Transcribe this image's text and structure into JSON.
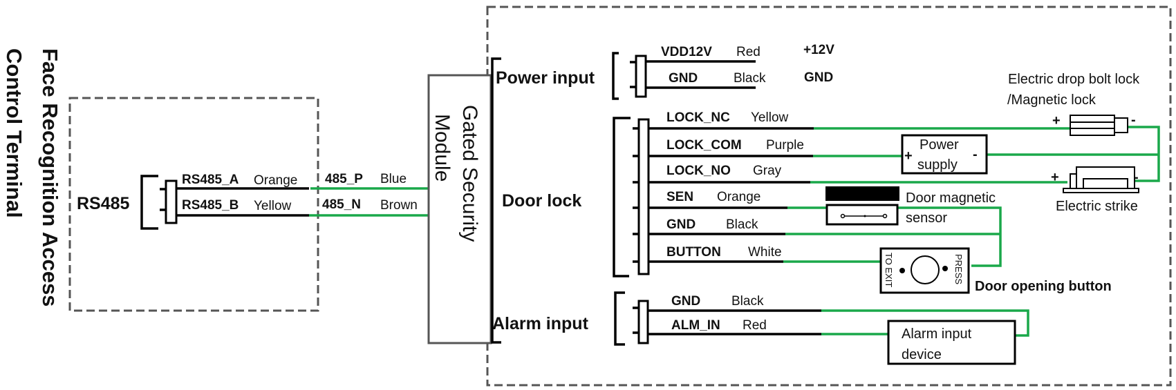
{
  "title": {
    "line1": "Face Recognition Access",
    "line2": "Control Terminal"
  },
  "terminal": {
    "group_label": "RS485",
    "pins": [
      {
        "name": "RS485_A",
        "color": "Orange"
      },
      {
        "name": "RS485_B",
        "color": "Yellow"
      }
    ]
  },
  "module_wires": [
    {
      "name": "485_P",
      "color": "Blue"
    },
    {
      "name": "485_N",
      "color": "Brown"
    }
  ],
  "module": {
    "line1": "Gated Security",
    "line2": "Module"
  },
  "power_input": {
    "label": "Power input",
    "pins": [
      {
        "name": "VDD12V",
        "color": "Red",
        "target": "+12V"
      },
      {
        "name": "GND",
        "color": "Black",
        "target": "GND"
      }
    ]
  },
  "door_lock": {
    "label": "Door lock",
    "pins": [
      {
        "name": "LOCK_NC",
        "color": "Yellow"
      },
      {
        "name": "LOCK_COM",
        "color": "Purple"
      },
      {
        "name": "LOCK_NO",
        "color": "Gray"
      },
      {
        "name": "SEN",
        "color": "Orange"
      },
      {
        "name": "GND",
        "color": "Black"
      },
      {
        "name": "BUTTON",
        "color": "White"
      }
    ]
  },
  "alarm_input": {
    "label": "Alarm input",
    "pins": [
      {
        "name": "GND",
        "color": "Black"
      },
      {
        "name": "ALM_IN",
        "color": "Red"
      }
    ]
  },
  "devices": {
    "drop_bolt_line1": "Electric drop bolt lock",
    "drop_bolt_line2": "/Magnetic lock",
    "power_supply_line1": "Power",
    "power_supply_line2": "supply",
    "electric_strike": "Electric strike",
    "door_sensor_line1": "Door magnetic",
    "door_sensor_line2": "sensor",
    "exit_button": "Door opening button",
    "exit_button_left": "TO EXIT",
    "exit_button_right": "PRESS",
    "alarm_device_line1": "Alarm input",
    "alarm_device_line2": "device",
    "plus": "+",
    "minus": "-"
  },
  "colors": {
    "wire_green": "#1aa84a",
    "wire_black": "#000000",
    "dashed_border": "#555555"
  }
}
